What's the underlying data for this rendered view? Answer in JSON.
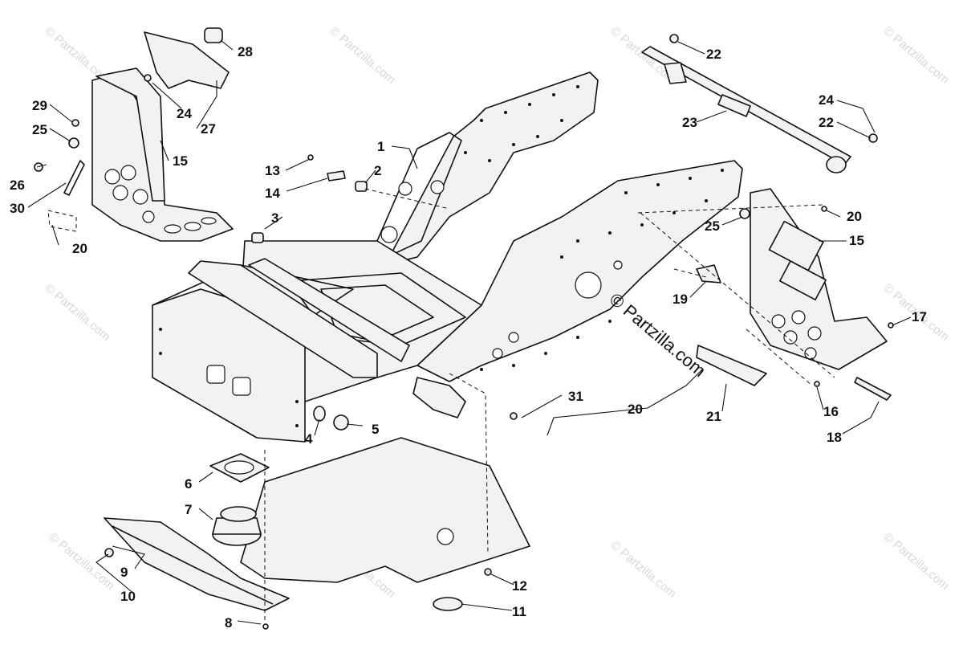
{
  "diagram": {
    "watermark_text": "© Partzilla.com",
    "brand_text": "© Partzilla.com",
    "callouts": [
      "1",
      "2",
      "3",
      "4",
      "5",
      "6",
      "7",
      "8",
      "9",
      "10",
      "11",
      "12",
      "13",
      "14",
      "15",
      "15",
      "16",
      "17",
      "18",
      "19",
      "20",
      "20",
      "20",
      "21",
      "22",
      "22",
      "23",
      "24",
      "24",
      "25",
      "25",
      "26",
      "27",
      "28",
      "29",
      "30",
      "31"
    ]
  }
}
